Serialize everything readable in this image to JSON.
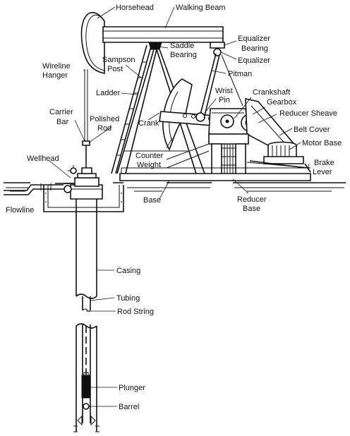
{
  "diagram": {
    "colors": {
      "ink": "#111111",
      "background": "#ffffff"
    },
    "labels": {
      "horsehead": "Horsehead",
      "walking_beam": "Walking Beam",
      "saddle_bearing_1": "Saddle",
      "saddle_bearing_2": "Bearing",
      "equalizer_bearing_1": "Equalizer",
      "equalizer_bearing_2": "Bearing",
      "equalizer": "Equalizer",
      "sampson_post_1": "Sampson",
      "sampson_post_2": "Post",
      "pitman": "Pitman",
      "wireline_hanger_1": "Wireline",
      "wireline_hanger_2": "Hanger",
      "ladder": "Ladder",
      "wrist_pin_1": "Wrist",
      "wrist_pin_2": "Pin",
      "crankshaft": "Crankshaft",
      "gearbox": "Gearbox",
      "reducer_sheave": "Reducer Sheave",
      "belt_cover": "Belt Cover",
      "carrier_bar_1": "Carrier",
      "carrier_bar_2": "Bar",
      "polished_rod_1": "Polished",
      "polished_rod_2": "Rod",
      "crank": "Crank",
      "motor_base": "Motor Base",
      "counter_weight_1": "Counter",
      "counter_weight_2": "Weight",
      "wellhead": "Wellhead",
      "brake_lever_1": "Brake",
      "brake_lever_2": "Lever",
      "flowline": "Flowline",
      "base": "Base",
      "reducer_base_1": "Reducer",
      "reducer_base_2": "Base",
      "casing": "Casing",
      "tubing": "Tubing",
      "rod_string": "Rod String",
      "plunger": "Plunger",
      "barrel": "Barrel"
    }
  }
}
